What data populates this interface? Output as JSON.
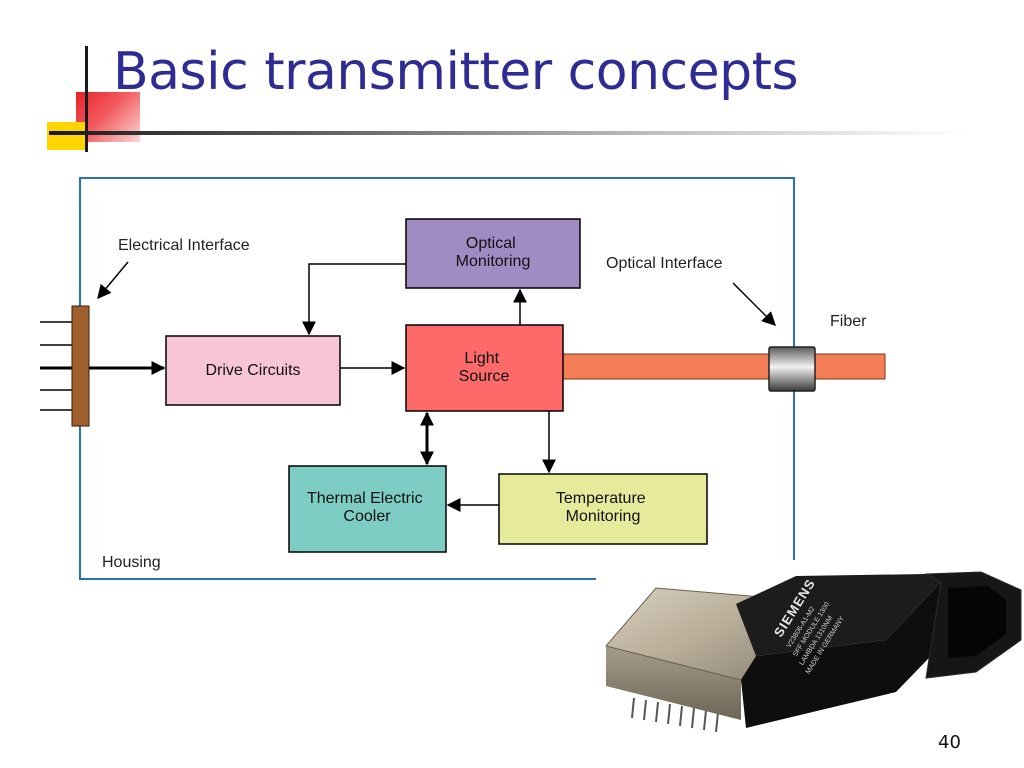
{
  "slide": {
    "title": "Basic transmitter concepts",
    "page_number": "40"
  },
  "diagram": {
    "boxes": {
      "optical_monitoring": [
        "Optical",
        "Monitoring"
      ],
      "drive_circuits": [
        "Drive Circuits"
      ],
      "light_source": [
        "Light",
        "Source"
      ],
      "thermal_electric_cooler": [
        "Thermal Electric",
        "Cooler"
      ],
      "temperature_monitoring": [
        "Temperature",
        "Monitoring"
      ]
    },
    "labels": {
      "electrical_interface": "Electrical Interface",
      "optical_interface": "Optical Interface",
      "fiber": "Fiber",
      "housing": "Housing"
    },
    "colors": {
      "optical_monitoring": "#a08cc3",
      "drive_circuits": "#f7c4d8",
      "light_source": "#fd6a6a",
      "thermal_electric_cooler": "#7ecdc4",
      "temperature_monitoring": "#e6eb9b",
      "fiber": "#f47f56",
      "housing_border": "#2a72b0",
      "connector": "#a0602e"
    }
  },
  "photo": {
    "brand_text": "SIEMENS",
    "label_lines": [
      "V23806-A1-M2",
      "SFF MODULE 1300",
      "LAMBDA 1310NM",
      "MADE IN GERMANY"
    ]
  }
}
